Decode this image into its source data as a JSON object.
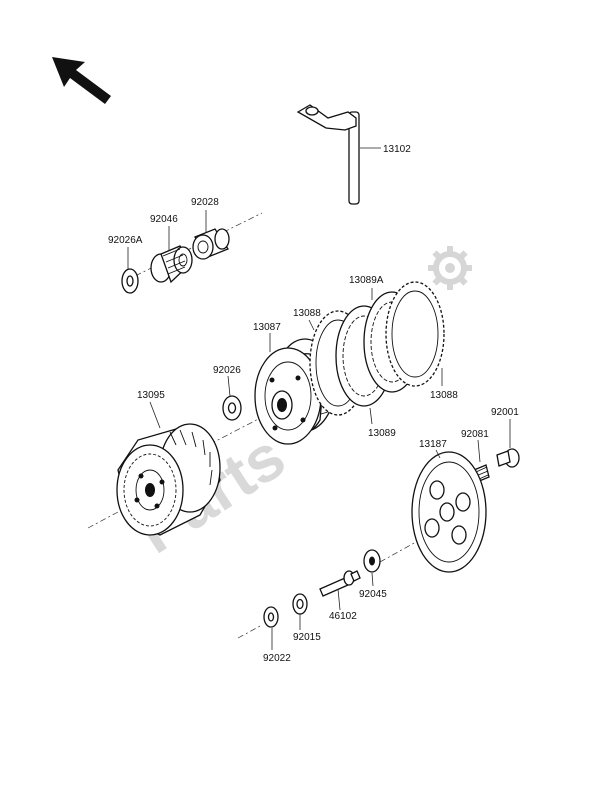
{
  "labels": {
    "p13102": "13102",
    "p92028": "92028",
    "p92046": "92046",
    "p92026A": "92026A",
    "p13089A": "13089A",
    "p13088_top": "13088",
    "p13087": "13087",
    "p13088_right": "13088",
    "p13089": "13089",
    "p13095": "13095",
    "p92026": "92026",
    "p92001": "92001",
    "p92081": "92081",
    "p13187": "13187",
    "p92045": "92045",
    "p46102": "46102",
    "p92015": "92015",
    "p92022": "92022"
  },
  "watermark": {
    "text": "Parts",
    "icon": "gear-icon"
  },
  "direction_arrow_icon": "arrow-up-left-icon"
}
